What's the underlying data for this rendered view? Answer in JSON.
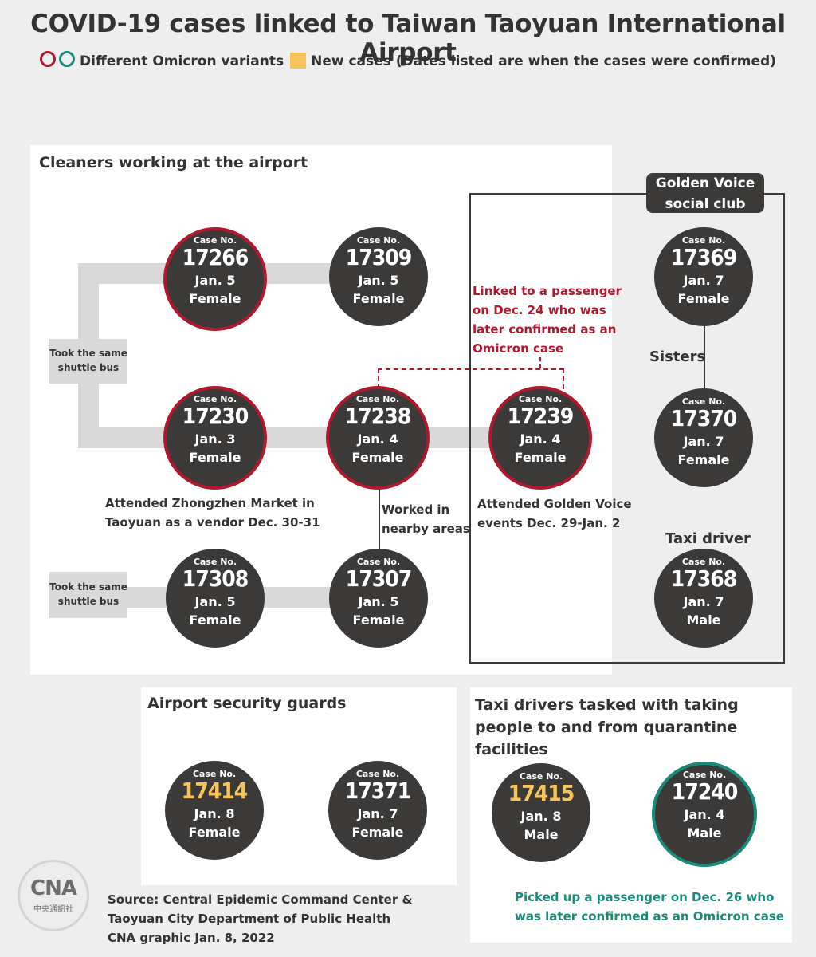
{
  "title": "COVID-19 cases linked to Taiwan Taoyuan International Airport",
  "legend": {
    "variants": "Different Omicron variants",
    "new_cases": "New cases (Dates listed are when the cases were confirmed)"
  },
  "colors": {
    "red": "#b0192d",
    "teal": "#1a8a7a",
    "new": "#f6c45a",
    "circle": "#3b3a39"
  },
  "panels": {
    "cleaners": "Cleaners working at the airport",
    "golden_voice": "Golden Voice social club",
    "security": "Airport security guards",
    "taxi": "Taxi drivers tasked with taking people to and from quarantine facilities"
  },
  "case_label": "Case No.",
  "cases": {
    "c17266": {
      "num": "17266",
      "date": "Jan. 5",
      "sex": "Female"
    },
    "c17309": {
      "num": "17309",
      "date": "Jan. 5",
      "sex": "Female"
    },
    "c17230": {
      "num": "17230",
      "date": "Jan. 3",
      "sex": "Female"
    },
    "c17238": {
      "num": "17238",
      "date": "Jan. 4",
      "sex": "Female"
    },
    "c17239": {
      "num": "17239",
      "date": "Jan. 4",
      "sex": "Female"
    },
    "c17308": {
      "num": "17308",
      "date": "Jan. 5",
      "sex": "Female"
    },
    "c17307": {
      "num": "17307",
      "date": "Jan. 5",
      "sex": "Female"
    },
    "c17369": {
      "num": "17369",
      "date": "Jan. 7",
      "sex": "Female"
    },
    "c17370": {
      "num": "17370",
      "date": "Jan. 7",
      "sex": "Female"
    },
    "c17368": {
      "num": "17368",
      "date": "Jan. 7",
      "sex": "Male"
    },
    "c17414": {
      "num": "17414",
      "date": "Jan. 8",
      "sex": "Female"
    },
    "c17371": {
      "num": "17371",
      "date": "Jan. 7",
      "sex": "Female"
    },
    "c17415": {
      "num": "17415",
      "date": "Jan. 8",
      "sex": "Male"
    },
    "c17240": {
      "num": "17240",
      "date": "Jan. 4",
      "sex": "Male"
    }
  },
  "notes": {
    "shuttle1": "Took the same shuttle bus",
    "shuttle2": "Took the same shuttle bus",
    "zhongzhen": "Attended Zhongzhen Market in Taoyuan as a vendor Dec. 30-31",
    "nearby": "Worked in nearby areas",
    "golden_events": "Attended Golden Voice events Dec. 29-Jan. 2",
    "linked": "Linked to a passenger on Dec. 24 who was later confirmed as an Omicron case",
    "sisters": "Sisters",
    "taxi_driver": "Taxi driver",
    "picked_up": "Picked up a passenger on Dec. 26 who was later confirmed as an Omicron case"
  },
  "source": {
    "line1": "Source: Central Epidemic Command Center &",
    "line2": "Taoyuan City Department of Public Health",
    "line3": "CNA graphic Jan. 8, 2022"
  },
  "logo": {
    "text": "CNA",
    "sub": "中央通訊社"
  }
}
